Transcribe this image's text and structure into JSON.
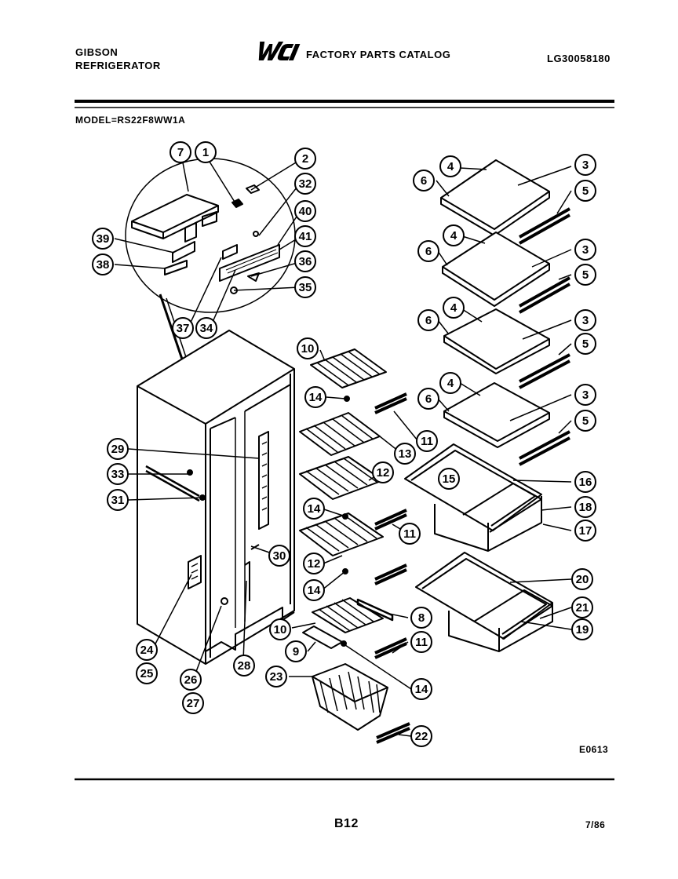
{
  "header": {
    "brand_line1": "GIBSON",
    "brand_line2": "REFRIGERATOR",
    "logo_text": "WCI",
    "catalog_title": "FACTORY PARTS CATALOG",
    "catalog_number": "LG30058180",
    "model_label": "MODEL=RS22F8WW1A"
  },
  "diagram": {
    "code": "E0613",
    "callouts": [
      {
        "id": "c7",
        "label": "7"
      },
      {
        "id": "c1",
        "label": "1"
      },
      {
        "id": "c2",
        "label": "2"
      },
      {
        "id": "c32",
        "label": "32"
      },
      {
        "id": "c40",
        "label": "40"
      },
      {
        "id": "c41",
        "label": "41"
      },
      {
        "id": "c36",
        "label": "36"
      },
      {
        "id": "c35",
        "label": "35"
      },
      {
        "id": "c39",
        "label": "39"
      },
      {
        "id": "c38",
        "label": "38"
      },
      {
        "id": "c37",
        "label": "37"
      },
      {
        "id": "c34",
        "label": "34"
      },
      {
        "id": "c29",
        "label": "29"
      },
      {
        "id": "c33",
        "label": "33"
      },
      {
        "id": "c31",
        "label": "31"
      },
      {
        "id": "c30",
        "label": "30"
      },
      {
        "id": "c24",
        "label": "24"
      },
      {
        "id": "c25",
        "label": "25"
      },
      {
        "id": "c26",
        "label": "26"
      },
      {
        "id": "c27",
        "label": "27"
      },
      {
        "id": "c28",
        "label": "28"
      },
      {
        "id": "c10a",
        "label": "10"
      },
      {
        "id": "c14a",
        "label": "14"
      },
      {
        "id": "c11a",
        "label": "11"
      },
      {
        "id": "c13",
        "label": "13"
      },
      {
        "id": "c12a",
        "label": "12"
      },
      {
        "id": "c14b",
        "label": "14"
      },
      {
        "id": "c11b",
        "label": "11"
      },
      {
        "id": "c12b",
        "label": "12"
      },
      {
        "id": "c14c",
        "label": "14"
      },
      {
        "id": "c8",
        "label": "8"
      },
      {
        "id": "c10b",
        "label": "10"
      },
      {
        "id": "c11c",
        "label": "11"
      },
      {
        "id": "c9",
        "label": "9"
      },
      {
        "id": "c23",
        "label": "23"
      },
      {
        "id": "c14d",
        "label": "14"
      },
      {
        "id": "c22",
        "label": "22"
      },
      {
        "id": "c4a",
        "label": "4"
      },
      {
        "id": "c3a",
        "label": "3"
      },
      {
        "id": "c6a",
        "label": "6"
      },
      {
        "id": "c5a",
        "label": "5"
      },
      {
        "id": "c4b",
        "label": "4"
      },
      {
        "id": "c6b",
        "label": "6"
      },
      {
        "id": "c3b",
        "label": "3"
      },
      {
        "id": "c5b",
        "label": "5"
      },
      {
        "id": "c4c",
        "label": "4"
      },
      {
        "id": "c6c",
        "label": "6"
      },
      {
        "id": "c3c",
        "label": "3"
      },
      {
        "id": "c5c",
        "label": "5"
      },
      {
        "id": "c4d",
        "label": "4"
      },
      {
        "id": "c6d",
        "label": "6"
      },
      {
        "id": "c3d",
        "label": "3"
      },
      {
        "id": "c5d",
        "label": "5"
      },
      {
        "id": "c15",
        "label": "15"
      },
      {
        "id": "c16",
        "label": "16"
      },
      {
        "id": "c18",
        "label": "18"
      },
      {
        "id": "c17",
        "label": "17"
      },
      {
        "id": "c20",
        "label": "20"
      },
      {
        "id": "c21",
        "label": "21"
      },
      {
        "id": "c19",
        "label": "19"
      }
    ]
  },
  "footer": {
    "page_number": "B12",
    "date": "7/86"
  }
}
